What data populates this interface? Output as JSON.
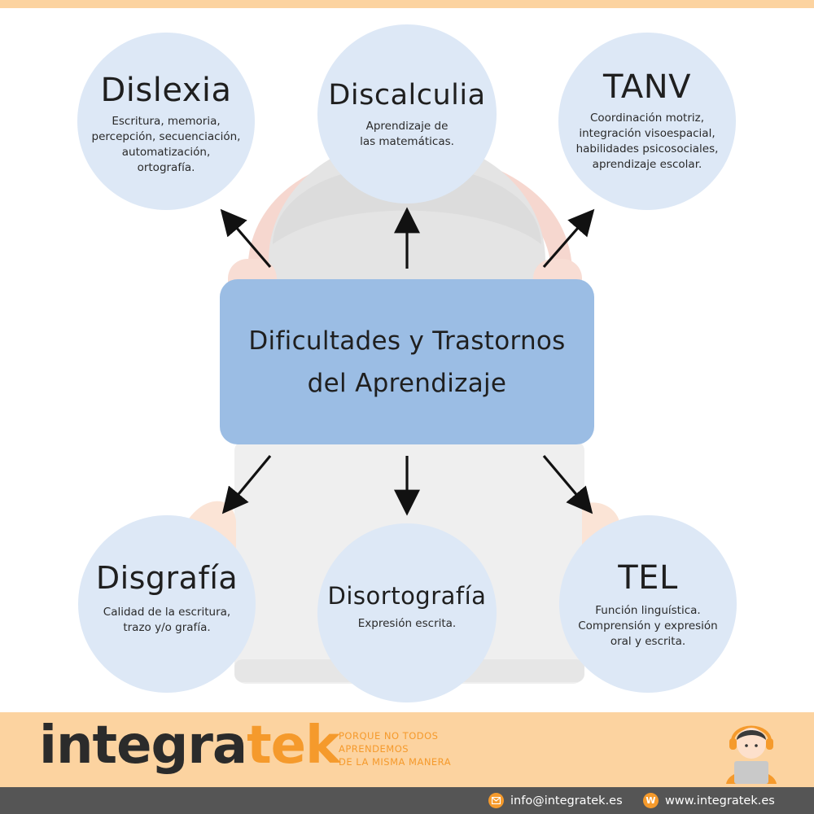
{
  "colors": {
    "circle": "#dde8f6",
    "center_box": "#9bbde4",
    "accent_orange": "#f59a2c",
    "footer_bg": "#fcd3a0",
    "contact_bg": "#555555",
    "arrow": "#111111"
  },
  "diagram": {
    "center": {
      "line1": "Dificultades y Trastornos",
      "line2": "del Aprendizaje"
    },
    "nodes": {
      "dislexia": {
        "title": "Dislexia",
        "desc1": "Escritura, memoria,",
        "desc2": "percepción, secuenciación,",
        "desc3": "automatización,",
        "desc4": "ortografía."
      },
      "discalculia": {
        "title": "Discalculia",
        "desc1": "Aprendizaje de",
        "desc2": "las matemáticas."
      },
      "tanv": {
        "title": "TANV",
        "desc1": "Coordinación motriz,",
        "desc2": "integración visoespacial,",
        "desc3": "habilidades psicosociales,",
        "desc4": "aprendizaje escolar."
      },
      "disgrafia": {
        "title": "Disgrafía",
        "desc1": "Calidad de la escritura,",
        "desc2": "trazo y/o grafía."
      },
      "disortografia": {
        "title": "Disortografía",
        "desc1": "Expresión escrita."
      },
      "tel": {
        "title": "TEL",
        "desc1": "Función linguística.",
        "desc2": "Comprensión y expresión",
        "desc3": "oral y escrita."
      }
    }
  },
  "footer": {
    "brand_part1": "integra",
    "brand_part2": "tek",
    "slogan1": "PORQUE NO TODOS",
    "slogan2": "APRENDEMOS",
    "slogan3": "DE LA MISMA MANERA",
    "mascot_icon": "headset-girl-icon"
  },
  "contact": {
    "email_icon": "envelope-icon",
    "email": "info@integratek.es",
    "web_icon_glyph": "W",
    "web": "www.integratek.es"
  }
}
